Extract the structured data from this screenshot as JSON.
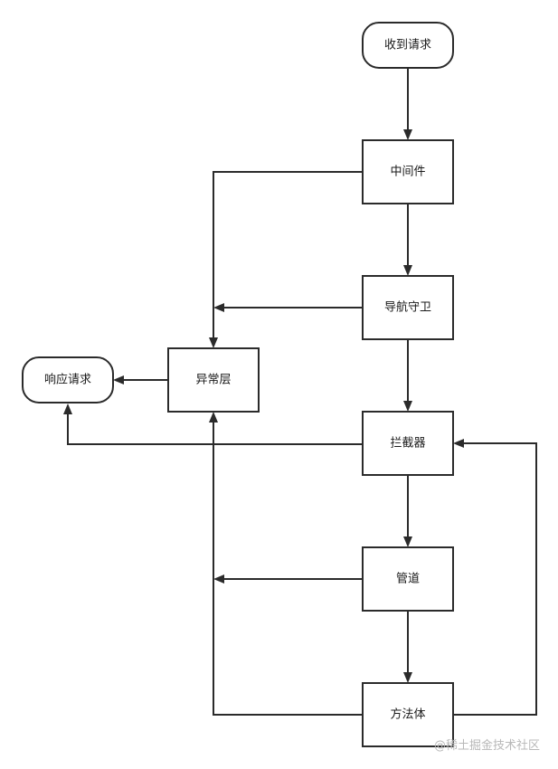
{
  "diagram": {
    "nodes": {
      "receive": "收到请求",
      "middleware": "中间件",
      "guard": "导航守卫",
      "interceptor": "拦截器",
      "pipe": "管道",
      "method": "方法体",
      "exception": "异常层",
      "respond": "响应请求"
    }
  },
  "watermark": "@稀土掘金技术社区",
  "colors": {
    "line": "#2b2b2b",
    "background": "#ffffff",
    "watermark": "#b8b8b8"
  }
}
